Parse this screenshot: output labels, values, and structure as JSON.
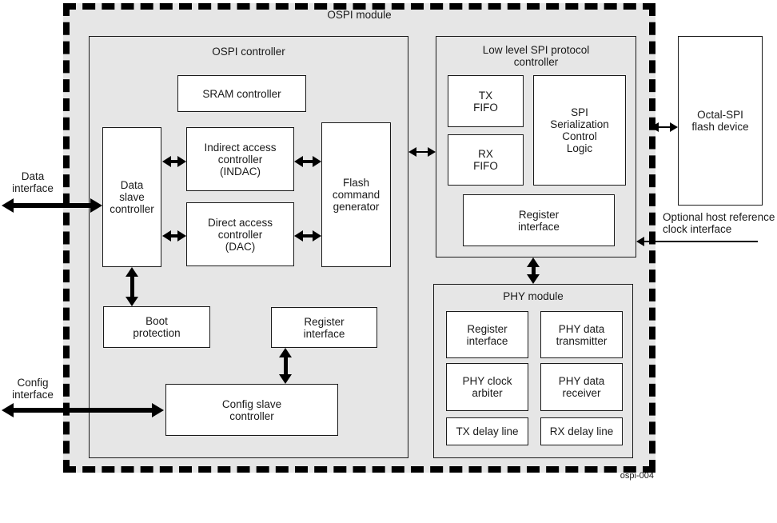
{
  "colors": {
    "module_fill": "#e6e6e6",
    "block_fill": "#ffffff",
    "line": "#000000"
  },
  "module": {
    "title": "OSPI module",
    "figure_id": "ospi-004"
  },
  "ospi_controller": {
    "title": "OSPI controller",
    "sram": "SRAM controller",
    "data_slave": "Data\nslave\ncontroller",
    "indac": "Indirect access\ncontroller\n(INDAC)",
    "dac": "Direct access\ncontroller\n(DAC)",
    "flash_cmd": "Flash\ncommand\ngenerator",
    "boot": "Boot\nprotection",
    "register_if": "Register\ninterface",
    "config_slave": "Config slave\ncontroller"
  },
  "low_level_spi": {
    "title": "Low level SPI protocol\ncontroller",
    "tx_fifo": "TX\nFIFO",
    "rx_fifo": "RX\nFIFO",
    "serialization": "SPI\nSerialization\nControl\nLogic",
    "register_if": "Register\ninterface"
  },
  "phy": {
    "title": "PHY module",
    "register_if": "Register\ninterface",
    "data_tx": "PHY data\ntransmitter",
    "clock_arbiter": "PHY clock\narbiter",
    "data_rx": "PHY data\nreceiver",
    "tx_delay": "TX delay line",
    "rx_delay": "RX delay line"
  },
  "external": {
    "flash_device": "Octal-SPI\nflash device",
    "data_interface": "Data\ninterface",
    "config_interface": "Config\ninterface",
    "host_ref_clock": "Optional host reference\nclock interface"
  }
}
